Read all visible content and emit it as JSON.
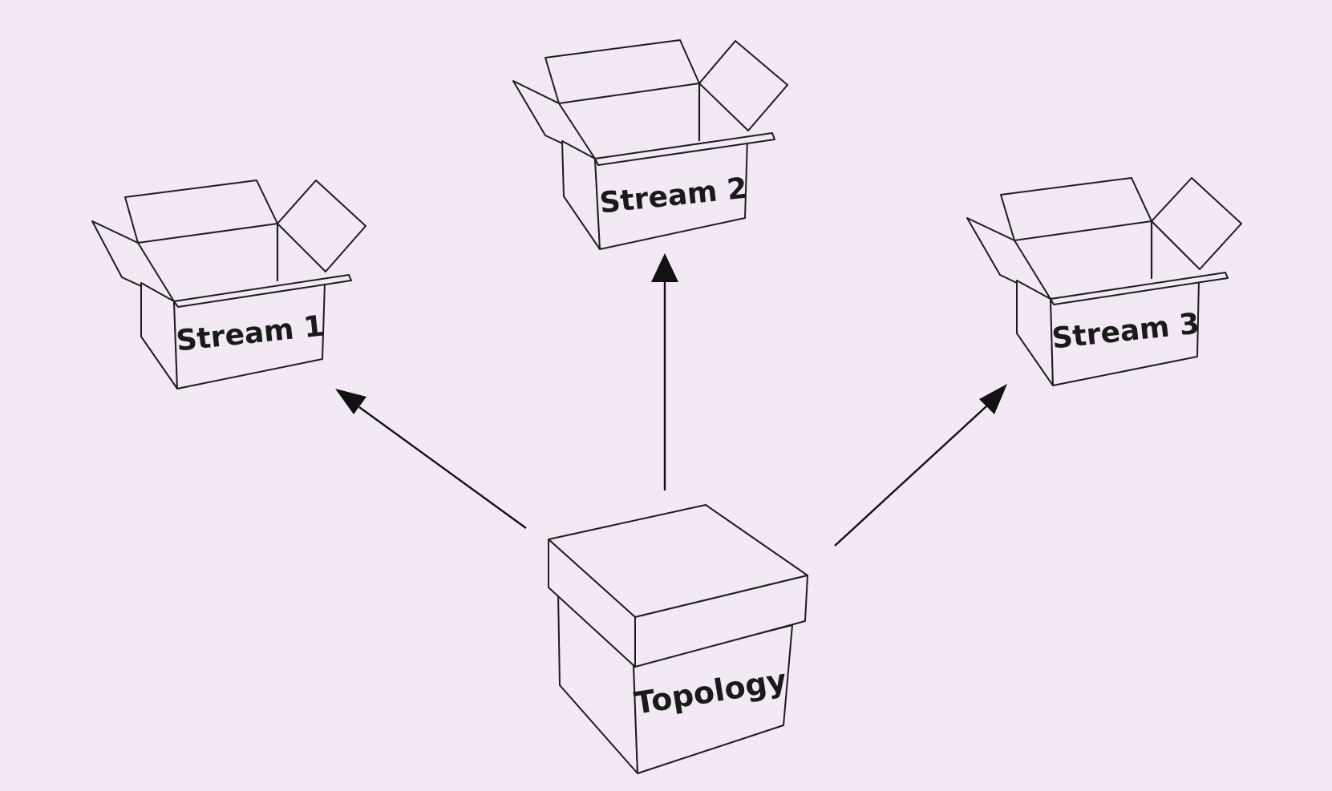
{
  "diagram": {
    "source": {
      "label": "Topology",
      "icon": "closed-box-icon"
    },
    "targets": [
      {
        "label": "Stream 1",
        "icon": "open-box-icon"
      },
      {
        "label": "Stream 2",
        "icon": "open-box-icon"
      },
      {
        "label": "Stream 3",
        "icon": "open-box-icon"
      }
    ],
    "colors": {
      "background": "#f2e9f4",
      "ink": "#1d1d1d"
    }
  }
}
